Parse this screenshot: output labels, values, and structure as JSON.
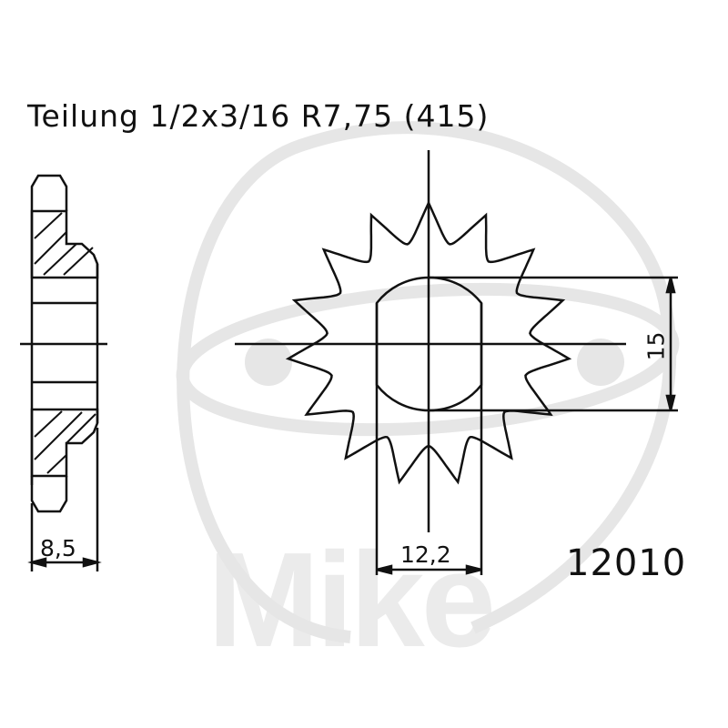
{
  "title": "Teilung 1/2x3/16 R7,75 (415)",
  "part_number": "12010",
  "watermark": "Mike",
  "dimensions": {
    "width": "8,5",
    "bore_flat": "12,2",
    "bore_diameter": "15"
  },
  "sprocket": {
    "teeth": 15,
    "view": "front and side section"
  },
  "colors": {
    "line": "#111111",
    "watermark": "#e6e6e6"
  }
}
